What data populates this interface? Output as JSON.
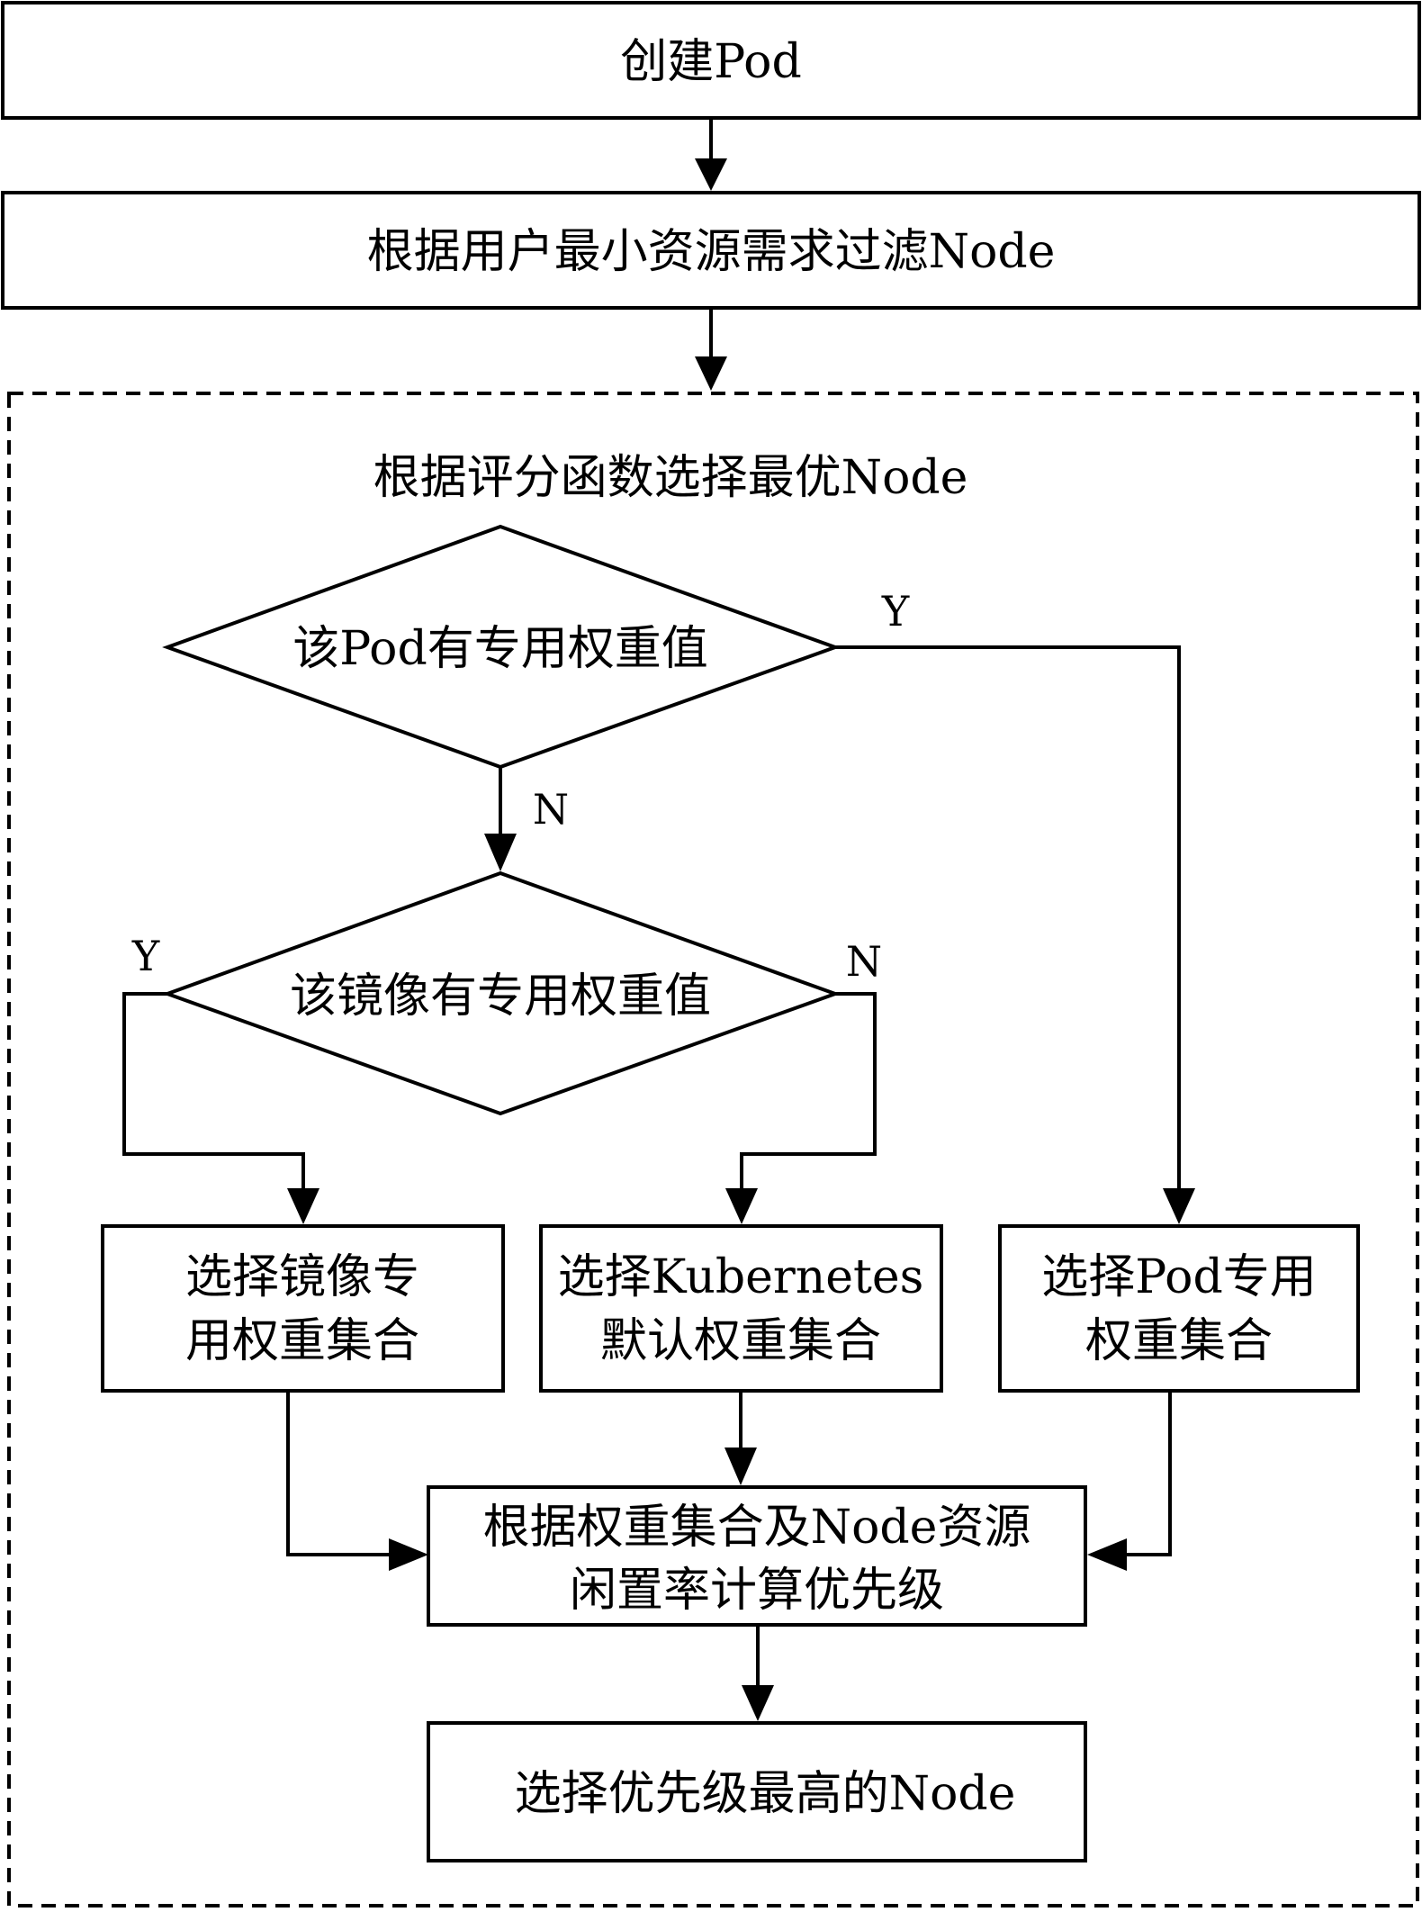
{
  "steps": {
    "create_pod": "创建Pod",
    "filter_nodes": "根据用户最小资源需求过滤Node",
    "scoring_group_title": "根据评分函数选择最优Node",
    "decision_pod_weight": "该Pod有专用权重值",
    "decision_image_weight": "该镜像有专用权重值",
    "select_image_weights": [
      "选择镜像专",
      "用权重集合"
    ],
    "select_default_weights": [
      "选择Kubernetes",
      "默认权重集合"
    ],
    "select_pod_weights": [
      "选择Pod专用",
      "权重集合"
    ],
    "compute_priority": [
      "根据权重集合及Node资源",
      "闲置率计算优先级"
    ],
    "select_best_node": "选择优先级最高的Node"
  },
  "branch_labels": {
    "pod_weight_yes": "Y",
    "pod_weight_no": "N",
    "image_weight_yes": "Y",
    "image_weight_no": "N"
  }
}
